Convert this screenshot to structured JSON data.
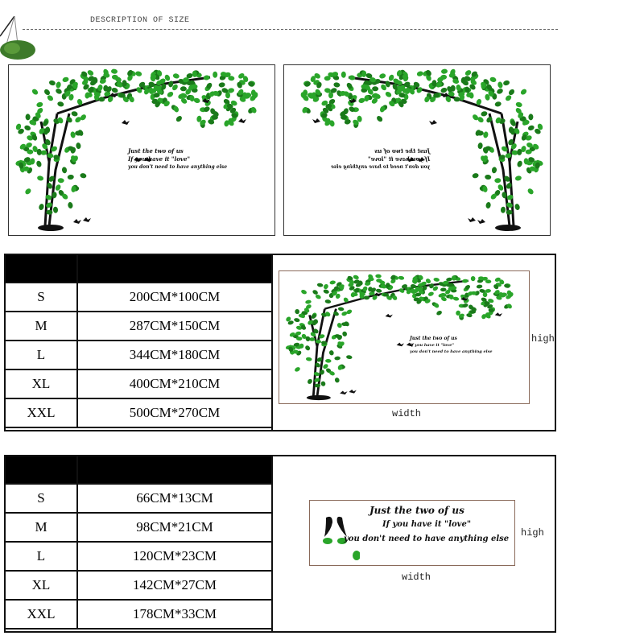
{
  "header": {
    "title": "DESCRIPTION OF SIZE"
  },
  "quote": {
    "line1": "Just the two of us",
    "line2": "If you have it \"love\"",
    "line3": "you don't need to have anything else"
  },
  "tree_table": {
    "rows": [
      {
        "size": "S",
        "dim": "200CM*100CM"
      },
      {
        "size": "M",
        "dim": "287CM*150CM"
      },
      {
        "size": "L",
        "dim": "344CM*180CM"
      },
      {
        "size": "XL",
        "dim": "400CM*210CM"
      },
      {
        "size": "XXL",
        "dim": "500CM*270CM"
      }
    ],
    "high_label": "high",
    "width_label": "width"
  },
  "quote_table": {
    "rows": [
      {
        "size": "S",
        "dim": "66CM*13CM"
      },
      {
        "size": "M",
        "dim": "98CM*21CM"
      },
      {
        "size": "L",
        "dim": "120CM*23CM"
      },
      {
        "size": "XL",
        "dim": "142CM*27CM"
      },
      {
        "size": "XXL",
        "dim": "178CM*33CM"
      }
    ],
    "high_label": "high",
    "width_label": "width"
  },
  "colors": {
    "leaf": "#2aa52a",
    "leaf_dark": "#1a7a1a",
    "trunk": "#111111"
  }
}
